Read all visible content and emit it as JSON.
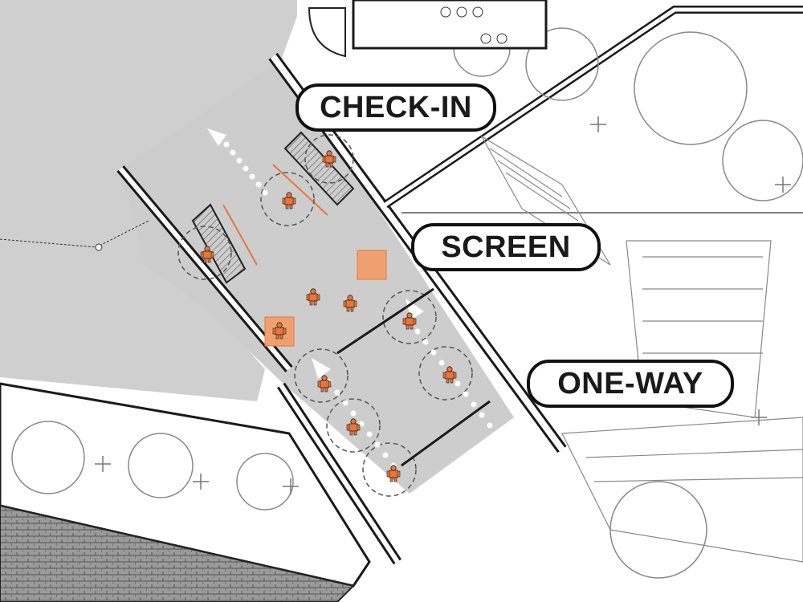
{
  "labels": {
    "check_in": "CHECK-IN",
    "screen": "SCREEN",
    "one_way": "ONE-WAY"
  },
  "colors": {
    "accent_orange": "#e8763a",
    "screen_square": "#f0a070",
    "floor_gray": "#cfcfcf",
    "wall_dark": "#1a1a1a",
    "flow_arrow": "#ffffff"
  },
  "icons": {
    "person": "person-icon",
    "direction": "flow-arrow-icon",
    "tree": "tree-icon"
  }
}
